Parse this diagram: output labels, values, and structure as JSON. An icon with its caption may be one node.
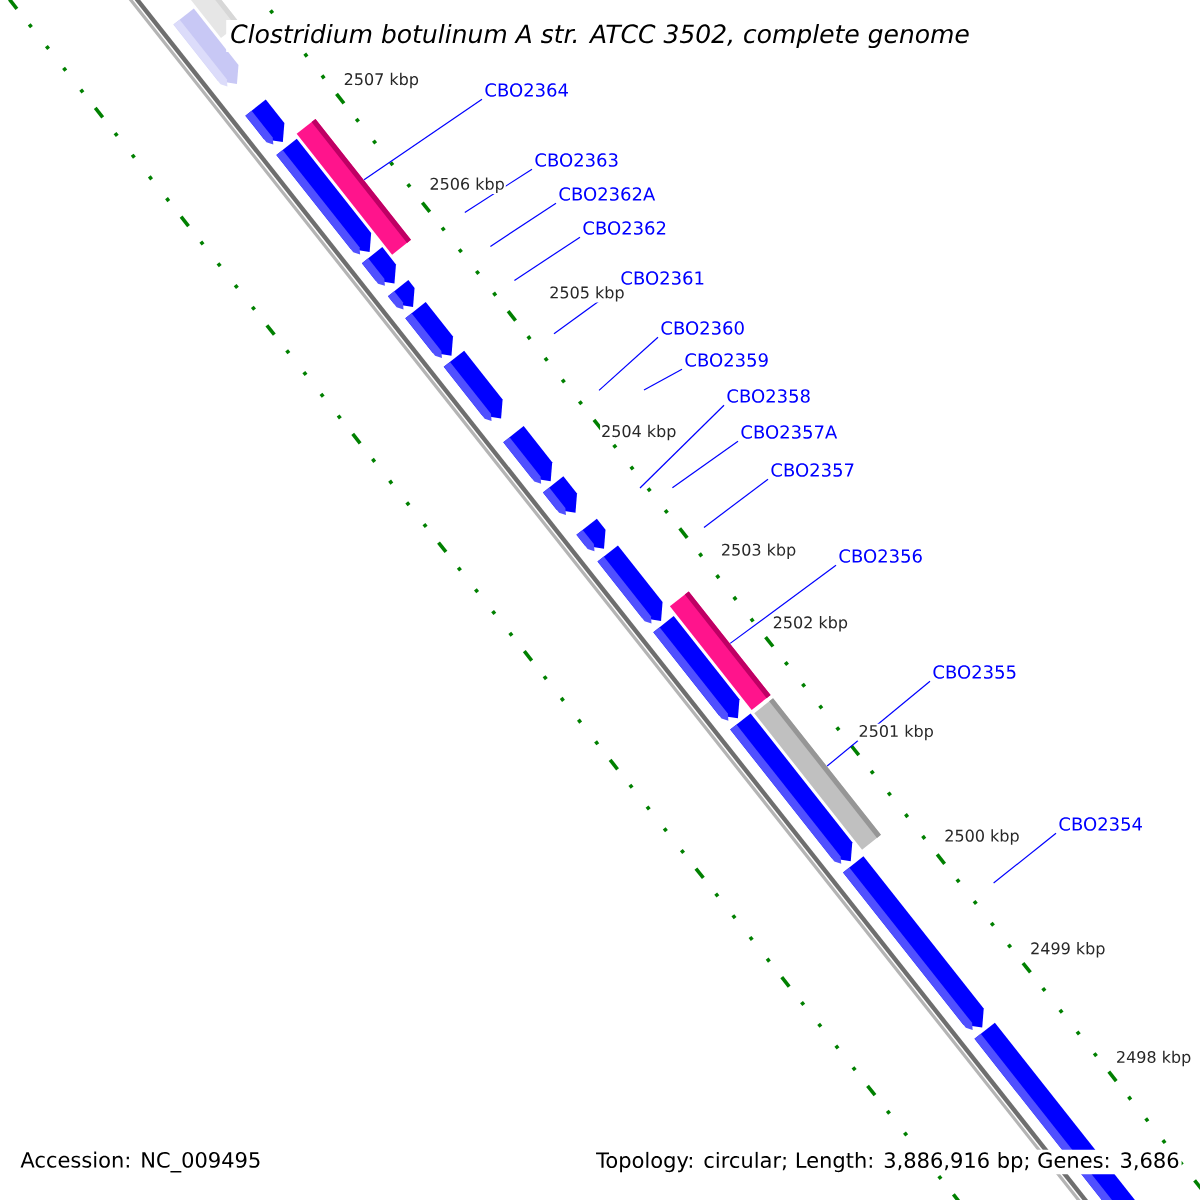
{
  "diagram": {
    "title": "Clostridium botulinum A str. ATCC 3502, complete genome",
    "nodes": [
      {
        "text": [
          "CBO2364"
        ]
      },
      {
        "text": [
          "CBO2363"
        ]
      },
      {
        "text": [
          "CBO2362A"
        ]
      },
      {
        "text": [
          "CBO2362"
        ]
      },
      {
        "text": [
          "CBO2361"
        ]
      },
      {
        "text": [
          "CBO2360"
        ]
      },
      {
        "text": [
          "CBO2359"
        ]
      },
      {
        "text": [
          "CBO2358"
        ]
      },
      {
        "text": [
          "CBO2357A"
        ]
      },
      {
        "text": [
          "CBO2357"
        ]
      },
      {
        "text": [
          "CBO2356"
        ]
      },
      {
        "text": [
          "CBO2355"
        ]
      },
      {
        "text": [
          "CBO2354"
        ]
      },
      {
        "text": [],
        "shape": "bar"
      },
      {
        "text": [],
        "shape": "bar"
      },
      {
        "text": [],
        "shape": "bar"
      }
    ],
    "edges": [
      {
        "from": 0,
        "to": 13,
        "arrow": "none"
      },
      {
        "from": 1,
        "to": null,
        "arrow": "none"
      },
      {
        "from": 2,
        "to": null,
        "arrow": "none"
      },
      {
        "from": 3,
        "to": null,
        "arrow": "none"
      },
      {
        "from": 4,
        "to": null,
        "arrow": "none"
      },
      {
        "from": 5,
        "to": null,
        "arrow": "none"
      },
      {
        "from": 6,
        "to": null,
        "arrow": "none"
      },
      {
        "from": 7,
        "to": null,
        "arrow": "none"
      },
      {
        "from": 8,
        "to": null,
        "arrow": "none"
      },
      {
        "from": 9,
        "to": null,
        "arrow": "none"
      },
      {
        "from": 10,
        "to": 14,
        "arrow": "none"
      },
      {
        "from": 11,
        "to": 15,
        "arrow": "none"
      },
      {
        "from": 12,
        "to": null,
        "arrow": "none"
      }
    ],
    "labels": [
      "2507 kbp",
      "2506 kbp",
      "2505 kbp",
      "2504 kbp",
      "2503 kbp",
      "2502 kbp",
      "2501 kbp",
      "2500 kbp",
      "2499 kbp",
      "2498 kbp",
      "Accession: NC_009495",
      "Topology: circular; Length: 3,886,916 bp; Genes: 3,686"
    ]
  }
}
